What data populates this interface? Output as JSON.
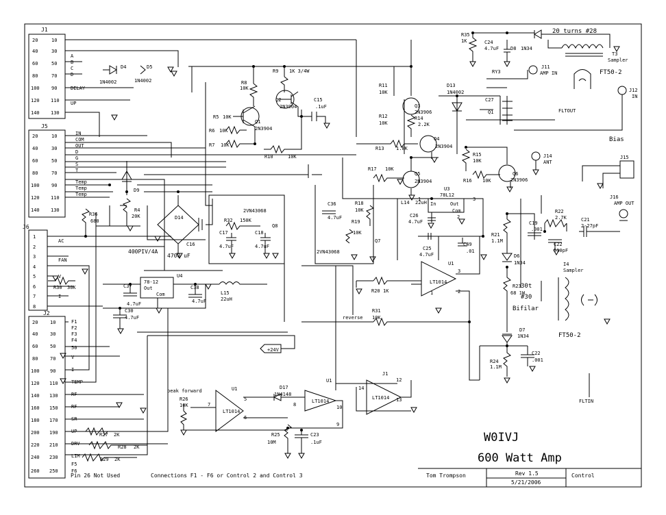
{
  "title_block": {
    "callsign": "W0IVJ",
    "title": "600 Watt Amp",
    "author": "Tom Trompson",
    "rev": "Rev 1.5",
    "date": "5/21/2006",
    "sheet": "Control"
  },
  "notes": {
    "pin26": "Pin 26  Not Used",
    "connections": "Connections F1 - F6 or Control 2 and Control 3"
  },
  "connectors": {
    "j1": {
      "ref": "J1",
      "pins": [
        "20",
        "10",
        "40",
        "30",
        "60",
        "50",
        "80",
        "70",
        "100",
        "90",
        "120",
        "110",
        "140",
        "130"
      ],
      "labels": {
        "a": "A",
        "b": "B",
        "c": "C",
        "d": "D",
        "delay": "DELAY",
        "up": "UP"
      }
    },
    "j5": {
      "ref": "J5",
      "pins": [
        "20",
        "10",
        "40",
        "30",
        "60",
        "50",
        "80",
        "70",
        "100",
        "90",
        "120",
        "110",
        "140",
        "130"
      ],
      "labels": {
        "in": "IN",
        "com": "COM",
        "out": "OUT",
        "d": "D",
        "g": "G",
        "s": "S",
        "t": "T",
        "temp1": "Temp",
        "temp2": "Temp",
        "temp3": "Temp"
      }
    },
    "j6": {
      "ref": "J6",
      "pins": [
        "1",
        "2",
        "3",
        "4",
        "5",
        "6",
        "7",
        "8"
      ],
      "labels": {
        "ac": "AC",
        "fan": "FAN",
        "v": "V",
        "i": "I"
      }
    },
    "j2": {
      "ref": "J2",
      "pins": [
        "20",
        "10",
        "40",
        "30",
        "60",
        "50",
        "80",
        "70",
        "100",
        "90",
        "120",
        "110",
        "140",
        "130",
        "160",
        "150",
        "180",
        "170",
        "200",
        "190",
        "220",
        "210",
        "240",
        "230",
        "260",
        "250"
      ],
      "labels": [
        "F1",
        "F2",
        "F3",
        "F4",
        "50",
        "V",
        "I",
        "TEMP",
        "RF",
        "RF",
        "SR",
        "UP",
        "DRV",
        "LIM",
        "F5",
        "F6"
      ]
    },
    "j15": {
      "ref": "J15",
      "label": "Bias"
    }
  },
  "components": {
    "d4": "D4",
    "d4v": "1N4002",
    "d5": "D5",
    "d5v": "1N4002",
    "r8": "R8",
    "r8v": "10K",
    "r9": "R9",
    "r9v": "1K 3/4W",
    "q2": "Q2",
    "q2v": "2N3904",
    "q1": "Q1",
    "q1v": "2N3904",
    "c15": "C15",
    "c15v": ".1uF",
    "r5": "R5",
    "r5v": "10K",
    "r6": "R6",
    "r6v": "10K",
    "r7": "R7",
    "r7v": "10K",
    "r10": "R10",
    "r10v": "10K",
    "r11": "R11",
    "r11v": "10K",
    "r12": "R12",
    "r12v": "10K",
    "q3": "Q3",
    "q3v": "2N3906",
    "r14": "R14",
    "r14v": "2.2K",
    "r13": "R13",
    "r13v": "1.8K",
    "q4": "Q4",
    "q4v": "2N3904",
    "r17": "R17",
    "r17v": "10K",
    "q5": "Q5",
    "q5v": "2N3904",
    "d13": "D13",
    "d13v": "1N4002",
    "c27": "C27",
    "k1": "Q1",
    "r15": "R15",
    "r15v": "10K",
    "r16": "R16",
    "r16v": "10K",
    "q6": "Q6",
    "q6v": "2N3906",
    "ry3": "RY3",
    "r35": "R35",
    "r35v": "1K",
    "c24": "C24",
    "c24v": "4.7uF",
    "d8": "D8",
    "d8v": "1N34",
    "t3": "T3",
    "t3v": "Sampler",
    "turns": "20 turns #28",
    "ft": "FT50-2",
    "j11": "J11",
    "j11v": "AMP IN",
    "j12": "J12",
    "j12v": "IN",
    "j14": "J14",
    "j14v": "ANT",
    "fltout": "FLTOUT",
    "fltin": "FLTIN",
    "j16": "J16",
    "j16v": "AMP OUT",
    "d9": "D9",
    "r4": "R4",
    "r4v": "20K",
    "r36": "R36",
    "r36v": "680",
    "bridge": "D14",
    "bridgev": "400PIV/4A",
    "c16": "C16",
    "c16v": "4700 uF",
    "r32": "R32",
    "r32v": "150K",
    "c17": "C17",
    "c17v": "4.7uF",
    "c18": "C18",
    "c18v": "4.7uF",
    "q8": "Q8",
    "q8p": "2VN43068",
    "c36": "C36",
    "c36v": "4.7uF",
    "r18": "R18",
    "r18v": "10K",
    "r19": "R19",
    "r19v": "10K",
    "q7": "Q7",
    "q7p": "2VN43068",
    "u3": "U3",
    "u3v": "78L12",
    "u3in": "In",
    "u3out": "Out",
    "u3com": "Com",
    "l14": "L14",
    "l14v": "22uH",
    "c26": "C26",
    "c26v": "4.7uF",
    "c25": "C25",
    "c25v": "4.7uF",
    "c49": "C49",
    "c49v": ".01",
    "r22": "R22",
    "r22v": "2.7K",
    "c21": "C21",
    "c21v": "2-27pF",
    "c19": "C19",
    "c19v": ".001",
    "c22": "C22",
    "c22v": "510pF",
    "r21": "R21",
    "r21v": "1.1M",
    "d6": "D6",
    "d6v": "1N34",
    "i4": "I4",
    "i4v": "Sampler",
    "u1a": "U1",
    "u1av": "LT1014",
    "r20": "R20",
    "r20v": "1K",
    "r23": "R23",
    "r23v": "68 1W",
    "t30": "30t",
    "t30b": "#30",
    "bifilar": "Bifilar",
    "ft2": "FT50-2",
    "r31": "R31",
    "r31v": "10K",
    "reverse": "reverse",
    "d7": "D7",
    "d7v": "1N34",
    "r24": "R24",
    "r24v": "1.1M",
    "c22b": "C22",
    "c22bv": ".001",
    "u4": "U4",
    "u4v": "78-12",
    "u4out": "Out",
    "u4com": "Com",
    "r30": "R30",
    "r30v": "30K",
    "l15": "L15",
    "l15v": "22uH",
    "c30": "C30",
    "c30v": "4.7uF",
    "c37": "C37",
    "c37v": "4.7uF",
    "c38": "C38",
    "c38v": "4.7uF",
    "p24": "+24V",
    "peak": "peak forward",
    "r26": "R26",
    "r26v": "10K",
    "u1b": "U1",
    "u1bv": "LT1014",
    "d17": "D17",
    "d17v": "1N4148",
    "u1c": "U1",
    "u1cv": "LT1014",
    "u1d": "J1",
    "u1dv": "LT1014",
    "r25": "R25",
    "r25v": "10M",
    "c23": "C23",
    "c23v": ".1uF",
    "r27": "R27",
    "r27v": "2K",
    "r28": "R28",
    "r28v": "2K",
    "r29": "R29",
    "r29v": "2K",
    "pins": {
      "p5": "5",
      "p6": "6",
      "p7": "7",
      "p8": "8",
      "p9": "9",
      "p10": "10",
      "p12": "12",
      "p13": "13",
      "p14": "14",
      "p1": "1",
      "p2": "2",
      "p3": "3"
    }
  }
}
